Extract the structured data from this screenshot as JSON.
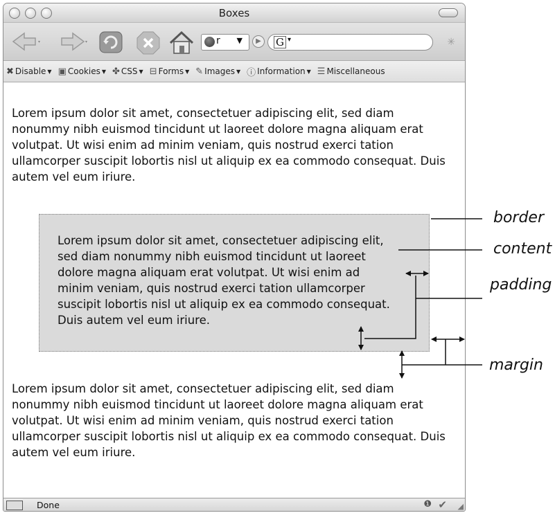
{
  "window": {
    "title": "Boxes"
  },
  "navbar": {
    "search_engine": "r",
    "address_value": "G"
  },
  "devbar": {
    "items": [
      {
        "label": "Disable",
        "icon": "x-icon"
      },
      {
        "label": "Cookies",
        "icon": "cookie-icon"
      },
      {
        "label": "CSS",
        "icon": "css-icon"
      },
      {
        "label": "Forms",
        "icon": "form-icon"
      },
      {
        "label": "Images",
        "icon": "image-icon"
      },
      {
        "label": "Information",
        "icon": "info-icon"
      },
      {
        "label": "Miscellaneous",
        "icon": "misc-icon"
      }
    ]
  },
  "page": {
    "paragraph_1": "Lorem ipsum dolor sit amet, consectetuer adipiscing elit, sed diam nonummy nibh euismod tincidunt ut laoreet dolore magna aliquam erat volutpat. Ut wisi enim ad minim veniam, quis nostrud exerci tation ullamcorper suscipit lobortis nisl ut aliquip ex ea commodo consequat. Duis autem vel eum iriure.",
    "box_paragraph": "Lorem ipsum dolor sit amet, consectetuer adipiscing elit, sed diam nonummy nibh euismod tincidunt ut laoreet dolore magna aliquam erat volutpat. Ut wisi enim ad minim veniam, quis nostrud exerci tation ullamcorper suscipit lobortis nisl ut aliquip ex ea commodo consequat. Duis autem vel eum iriure.",
    "paragraph_2": "Lorem ipsum dolor sit amet, consectetuer adipiscing elit, sed diam nonummy nibh euismod tincidunt ut laoreet dolore magna aliquam erat volutpat. Ut wisi enim ad minim veniam, quis nostrud exerci tation ullamcorper suscipit lobortis nisl ut aliquip ex ea commodo consequat. Duis autem vel eum iriure."
  },
  "status": {
    "text": "Done"
  },
  "annotations": {
    "border": "border",
    "content": "content",
    "padding": "padding",
    "margin": "margin"
  },
  "colors": {
    "box_background": "#dadada",
    "chrome": "#d6d6d6"
  }
}
